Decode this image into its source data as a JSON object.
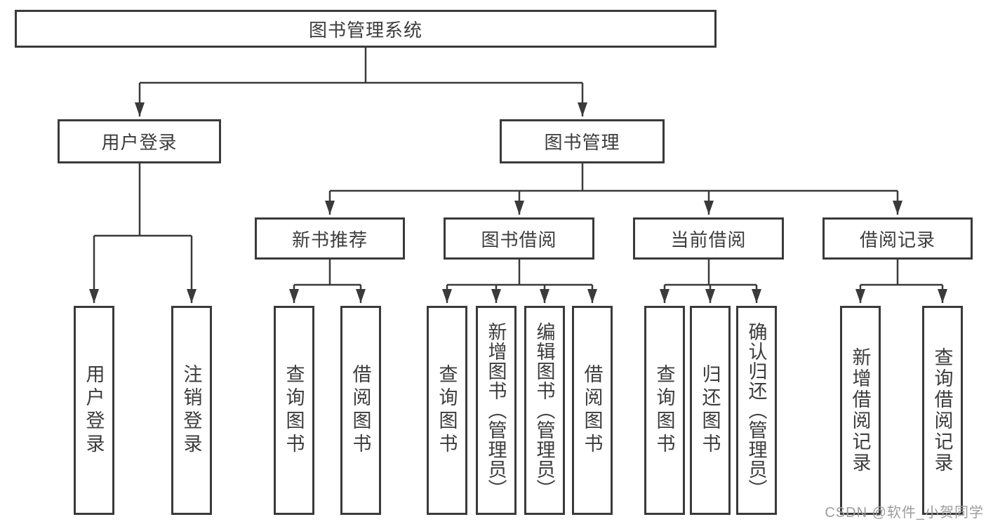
{
  "diagram": {
    "root": {
      "label": "图书管理系统"
    },
    "login": {
      "label": "用户登录",
      "children": [
        {
          "label": "用户登录"
        },
        {
          "label": "注销登录"
        }
      ]
    },
    "mgmt": {
      "label": "图书管理",
      "sections": [
        {
          "label": "新书推荐",
          "children": [
            {
              "label": "查询图书"
            },
            {
              "label": "借阅图书"
            }
          ]
        },
        {
          "label": "图书借阅",
          "children": [
            {
              "label": "查询图书"
            },
            {
              "label": "新增图书（管理员）"
            },
            {
              "label": "编辑图书（管理员）"
            },
            {
              "label": "借阅图书"
            }
          ]
        },
        {
          "label": "当前借阅",
          "children": [
            {
              "label": "查询图书"
            },
            {
              "label": "归还图书"
            },
            {
              "label": "确认归还（管理员）"
            }
          ]
        },
        {
          "label": "借阅记录",
          "children": [
            {
              "label": "新增借阅记录"
            },
            {
              "label": "查询借阅记录"
            }
          ]
        }
      ]
    }
  },
  "watermark": {
    "text": "CSDN @软件_小贺同学"
  },
  "colors": {
    "line": "#3a3a3a",
    "text": "#3c3c3c",
    "background": "#ffffff",
    "watermark": "#9c9c9c"
  }
}
